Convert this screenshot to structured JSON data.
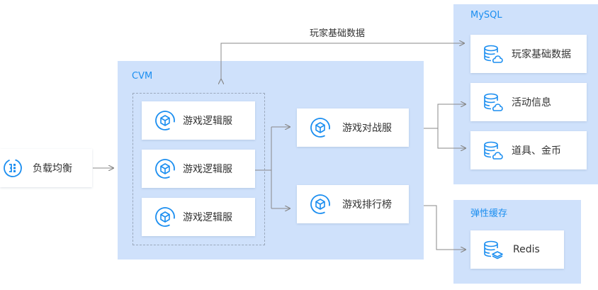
{
  "colors": {
    "panel": "#cfe1fb",
    "accent": "#1b8ef0",
    "line": "#888888"
  },
  "top_link_label": "玩家基础数据",
  "load_balancer": {
    "label": "负载均衡",
    "icon": "load-balancer-icon"
  },
  "cvm": {
    "title": "CVM",
    "logic_servers": [
      "游戏逻辑服",
      "游戏逻辑服",
      "游戏逻辑服"
    ],
    "battle_server": "游戏对战服",
    "ranking_server": "游戏排行榜",
    "server_icon": "cube-server-icon"
  },
  "mysql": {
    "title": "MySQL",
    "items": [
      "玩家基础数据",
      "活动信息",
      "道具、金币"
    ],
    "icon": "database-cloud-icon"
  },
  "cache": {
    "title": "弹性缓存",
    "item": "Redis",
    "icon": "database-redis-icon"
  }
}
